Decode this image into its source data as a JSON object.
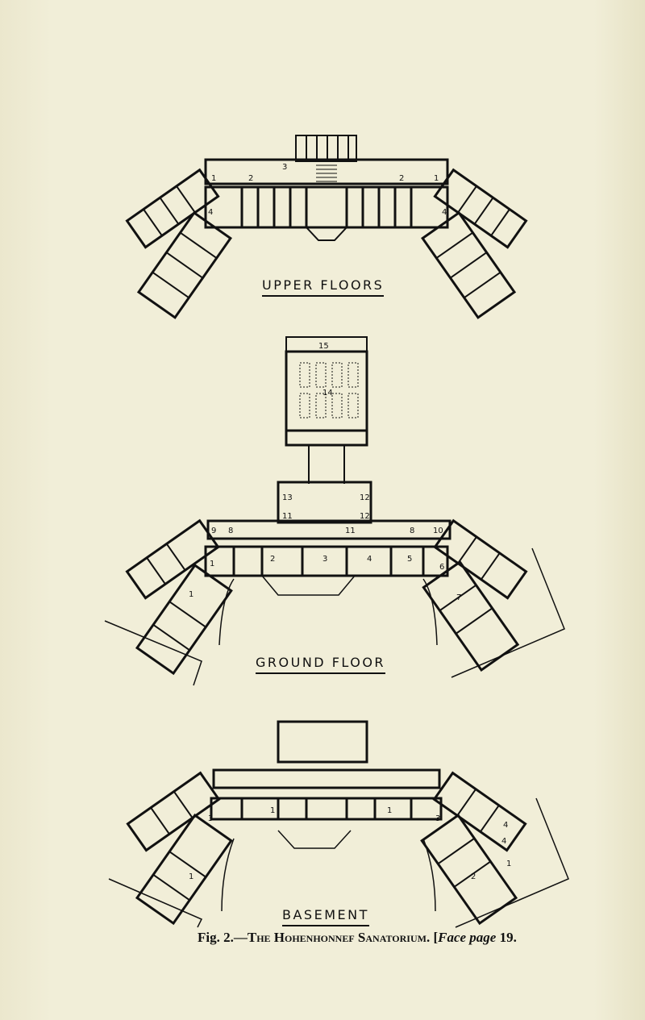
{
  "plans": {
    "upper": {
      "label": "UPPER FLOORS",
      "room_numbers": [
        "1",
        "2",
        "3",
        "2",
        "1",
        "4",
        "4"
      ]
    },
    "ground": {
      "label": "GROUND FLOOR",
      "room_numbers": [
        "15",
        "14",
        "13",
        "12",
        "11",
        "12",
        "11",
        "9",
        "8",
        "8",
        "10",
        "1",
        "2",
        "3",
        "4",
        "5",
        "6",
        "7",
        "1"
      ]
    },
    "basement": {
      "label": "BASEMENT",
      "room_numbers": [
        "3",
        "1",
        "1",
        "3",
        "4",
        "4",
        "2",
        "1",
        "1"
      ]
    }
  },
  "caption": {
    "fig": "Fig. 2.",
    "dash": "—",
    "title": "The Hohenhonnef Sanatorium.",
    "bracket_open": "[",
    "face": "Face page",
    "page": "19."
  }
}
